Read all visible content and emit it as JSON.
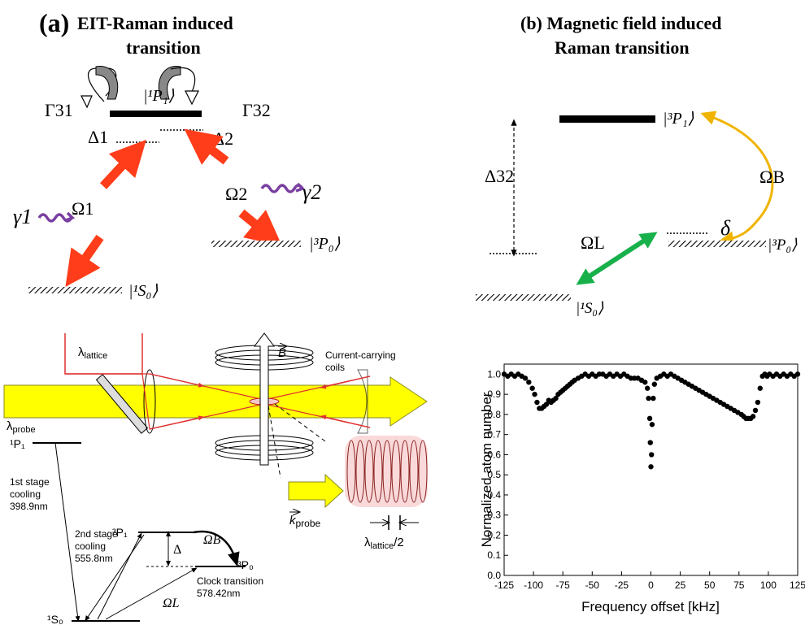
{
  "panel_a": {
    "letter": "(a)",
    "title_line1": "EIT-Raman induced",
    "title_line2": "transition",
    "gamma31": "Γ31",
    "gamma32": "Γ32",
    "ket_1P1": "|¹P₁⟩",
    "delta1": "Δ1",
    "delta2": "Δ2",
    "omega1": "Ω1",
    "omega2": "Ω2",
    "gamma1": "γ1",
    "gamma2": "γ2",
    "ket_3P0": "|³P₀⟩",
    "ket_1S0": "|¹S₀⟩",
    "arrow_color": "#ff3d1a",
    "wave_color": "#7a3fa0"
  },
  "panel_b": {
    "title_line1": "(b) Magnetic field induced",
    "title_line2": "Raman transition",
    "ket_3P1": "|³P₁⟩",
    "delta32": "Δ32",
    "omega_B": "ΩB",
    "delta": "δ",
    "omega_L": "ΩL",
    "ket_3P0": "|³P₀⟩",
    "ket_1S0": "|¹S₀⟩",
    "yellow": "#f0b400",
    "green": "#17b04a"
  },
  "setup": {
    "lambda_lattice": "λlattice",
    "lambda_probe": "λprobe",
    "B_vec": "B",
    "coils": "Current-carrying",
    "coils2": "coils",
    "k_probe": "kprobe",
    "lattice_half": "λlattice/2",
    "beam_color": "#ffff00",
    "beam_edge": "#8a8a20",
    "ray_color": "#e03030"
  },
  "levels": {
    "1P1": "¹P₁",
    "stage1_a": "1st stage",
    "stage1_b": "cooling",
    "stage1_c": "398.9nm",
    "3P1": "³P₁",
    "stage2_a": "2nd stage",
    "stage2_b": "cooling",
    "stage2_c": "555.8nm",
    "delta": "Δ",
    "omega_B": "ΩB",
    "3P0": "³P₀",
    "clock_a": "Clock transition",
    "clock_b": "578.42nm",
    "omega_L": "ΩL",
    "1S0": "¹S₀"
  },
  "chart_data": {
    "type": "scatter",
    "xlabel": "Frequency offset [kHz]",
    "ylabel": "Normalized atom number",
    "xlim": [
      -125,
      125
    ],
    "ylim": [
      0.0,
      1.05
    ],
    "xticks": [
      -125,
      -100,
      -75,
      -50,
      -25,
      0,
      25,
      50,
      75,
      100,
      125
    ],
    "yticks": [
      0.0,
      0.1,
      0.2,
      0.3,
      0.4,
      0.5,
      0.6,
      0.7,
      0.8,
      0.9,
      1.0
    ],
    "x": [
      -125,
      -122,
      -119,
      -116,
      -113,
      -110,
      -107,
      -104,
      -101,
      -99,
      -97,
      -95,
      -93,
      -91,
      -89,
      -87,
      -85,
      -83,
      -81,
      -79,
      -77,
      -75,
      -73,
      -71,
      -69,
      -67,
      -65,
      -62,
      -59,
      -56,
      -53,
      -50,
      -47,
      -44,
      -41,
      -38,
      -35,
      -32,
      -29,
      -26,
      -23,
      -20,
      -17,
      -14,
      -11,
      -8,
      -5,
      -3,
      -2,
      -1,
      -0.5,
      0,
      0.5,
      1,
      2,
      3,
      5,
      8,
      11,
      14,
      17,
      20,
      23,
      26,
      29,
      32,
      35,
      38,
      41,
      44,
      47,
      50,
      53,
      56,
      59,
      62,
      65,
      68,
      71,
      74,
      77,
      79,
      81,
      83,
      85,
      87,
      89,
      91,
      93,
      95,
      97,
      99,
      101,
      104,
      107,
      110,
      113,
      116,
      119,
      122,
      125
    ],
    "y": [
      1.0,
      0.99,
      1.0,
      0.99,
      1.0,
      0.99,
      0.98,
      0.96,
      0.93,
      0.9,
      0.86,
      0.83,
      0.83,
      0.84,
      0.85,
      0.87,
      0.86,
      0.87,
      0.88,
      0.9,
      0.91,
      0.92,
      0.93,
      0.94,
      0.95,
      0.96,
      0.97,
      0.98,
      0.99,
      1.0,
      0.99,
      1.0,
      0.99,
      1.0,
      1.0,
      0.99,
      1.0,
      0.99,
      1.0,
      0.99,
      1.0,
      0.99,
      0.98,
      0.98,
      0.98,
      0.97,
      0.96,
      0.93,
      0.88,
      0.78,
      0.66,
      0.54,
      0.6,
      0.75,
      0.88,
      0.95,
      0.98,
      0.99,
      1.0,
      0.99,
      1.0,
      0.99,
      0.98,
      0.97,
      0.96,
      0.95,
      0.94,
      0.93,
      0.92,
      0.91,
      0.9,
      0.89,
      0.88,
      0.87,
      0.86,
      0.85,
      0.84,
      0.83,
      0.82,
      0.81,
      0.8,
      0.79,
      0.78,
      0.78,
      0.78,
      0.79,
      0.82,
      0.86,
      0.93,
      0.99,
      1.0,
      0.99,
      1.0,
      0.99,
      1.0,
      0.99,
      1.0,
      0.99,
      1.0,
      0.99,
      1.0
    ]
  }
}
